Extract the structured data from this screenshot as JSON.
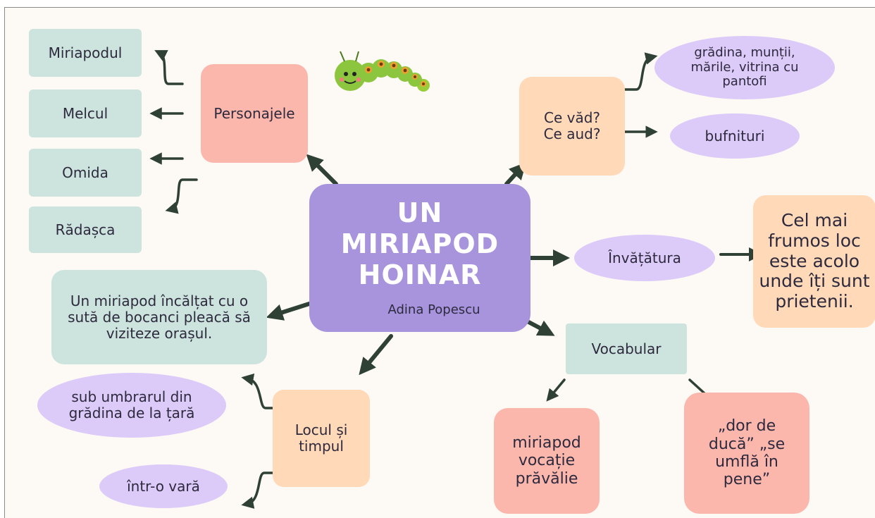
{
  "title": "UN MIRIAPOD HOINAR",
  "author": "Adina Popescu",
  "characters": {
    "label": "Personajele",
    "items": [
      "Miriapodul",
      "Melcul",
      "Omida",
      "Rădașca"
    ]
  },
  "senses": {
    "label": "Ce văd?\nCe aud?",
    "items": [
      "grădina, munții, mările, vitrina cu pantofi",
      "bufnituri"
    ]
  },
  "lesson": {
    "label": "Învățătura",
    "text": "Cel mai frumos loc este acolo unde îți sunt prietenii."
  },
  "summary": "Un miriapod încălțat cu o sută de bocanci pleacă să viziteze orașul.",
  "place_time": {
    "label": "Locul și timpul",
    "items": [
      "sub umbrarul din grădina de la țară",
      "într-o vară"
    ]
  },
  "vocabulary": {
    "label": "Vocabular",
    "items": [
      "miriapod vocație prăvălie",
      "„dor de ducă” „se umflă în pene”"
    ]
  },
  "colors": {
    "teal": "#cde4de",
    "pink": "#fcb7ad",
    "peach": "#ffd9b8",
    "lavender": "#dccaf8",
    "center": "#a794dd",
    "arrow": "#2f4035"
  },
  "decoration": "caterpillar-icon"
}
